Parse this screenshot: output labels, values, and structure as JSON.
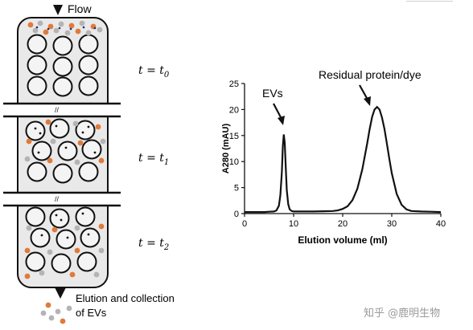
{
  "column": {
    "flow_label": "Flow",
    "elution_line1": "Elution and collection",
    "elution_line2": "of EVs",
    "stages": [
      {
        "t": "t",
        "eq": " = ",
        "sub": "0"
      },
      {
        "t": "t",
        "eq": " = ",
        "sub": "1"
      },
      {
        "t": "t",
        "eq": " = ",
        "sub": "2"
      }
    ]
  },
  "colors": {
    "orange": "#e07a3a",
    "grey_particle": "#b4b4b4",
    "column_fill": "#e9e9e9",
    "ink": "#111111"
  },
  "chart_data": {
    "type": "line",
    "title": "",
    "xlabel": "Elution volume (ml)",
    "ylabel": "A280 (mAU)",
    "xlim": [
      0,
      40
    ],
    "ylim": [
      0,
      25
    ],
    "xticks": [
      0,
      10,
      20,
      30,
      40
    ],
    "yticks": [
      0,
      5,
      10,
      15,
      20,
      25
    ],
    "grid": false,
    "series": [
      {
        "x": [
          0,
          2,
          4,
          5,
          6,
          6.5,
          7,
          7.3,
          7.6,
          7.8,
          8.0,
          8.2,
          8.4,
          8.6,
          8.9,
          9.2,
          9.6,
          10,
          12,
          14,
          16,
          18,
          19,
          20,
          21,
          22,
          23,
          24,
          25,
          25.5,
          26,
          26.5,
          27,
          27.5,
          28,
          28.5,
          29,
          29.5,
          30,
          31,
          32,
          33,
          34,
          36,
          38,
          40
        ],
        "y": [
          0.3,
          0.3,
          0.3,
          0.35,
          0.4,
          0.6,
          1.5,
          3.5,
          8,
          13,
          15.2,
          13.5,
          9,
          4.5,
          1.8,
          0.8,
          0.5,
          0.4,
          0.4,
          0.4,
          0.45,
          0.5,
          0.6,
          0.9,
          1.4,
          2.6,
          4.8,
          8.5,
          13.5,
          16.2,
          18.6,
          20.0,
          20.5,
          20.0,
          18.5,
          16.3,
          13.5,
          10.5,
          7.8,
          3.8,
          1.7,
          0.8,
          0.5,
          0.4,
          0.35,
          0.3
        ]
      }
    ],
    "annotations": [
      {
        "text": "EVs"
      },
      {
        "text": "Residual protein/dye"
      }
    ]
  },
  "watermark": "知乎 @鹿明生物"
}
